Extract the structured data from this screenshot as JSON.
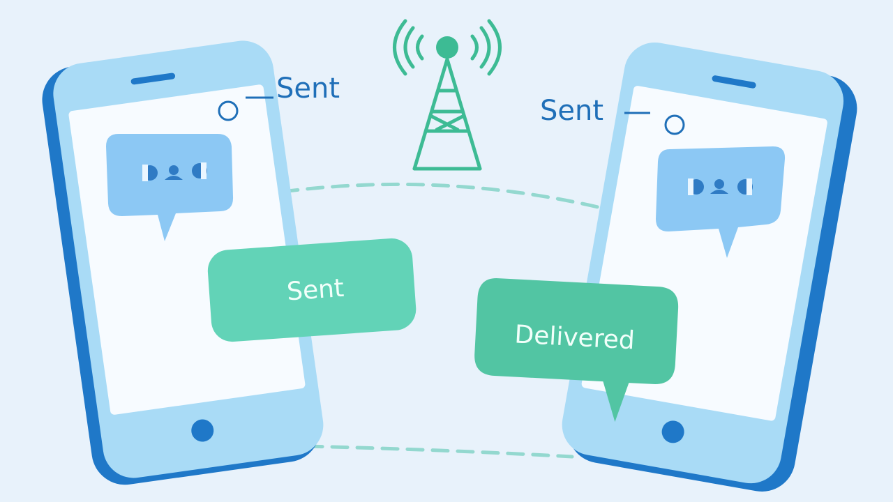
{
  "colors": {
    "background": "#e8f2fb",
    "phone_frame": "#1f78c8",
    "phone_body": "#a9dbf6",
    "phone_screen": "#f7fbff",
    "chat_bubble": "#8cc8f4",
    "status_bubble": "#5fd1b5",
    "status_bubble_dark": "#52c5a3",
    "tower": "#3dbb94",
    "link_dash": "#93d8cf",
    "label": "#1f6fb8"
  },
  "left_phone": {
    "status_label": "Sent",
    "chat_icon": "typing-dots-icon",
    "message_bubble": "Sent"
  },
  "right_phone": {
    "status_label": "Sent",
    "chat_icon": "typing-dots-icon",
    "message_bubble": "Delivered"
  },
  "tower": {
    "icon": "cell-tower-icon",
    "signal_icon": "signal-waves-icon"
  }
}
